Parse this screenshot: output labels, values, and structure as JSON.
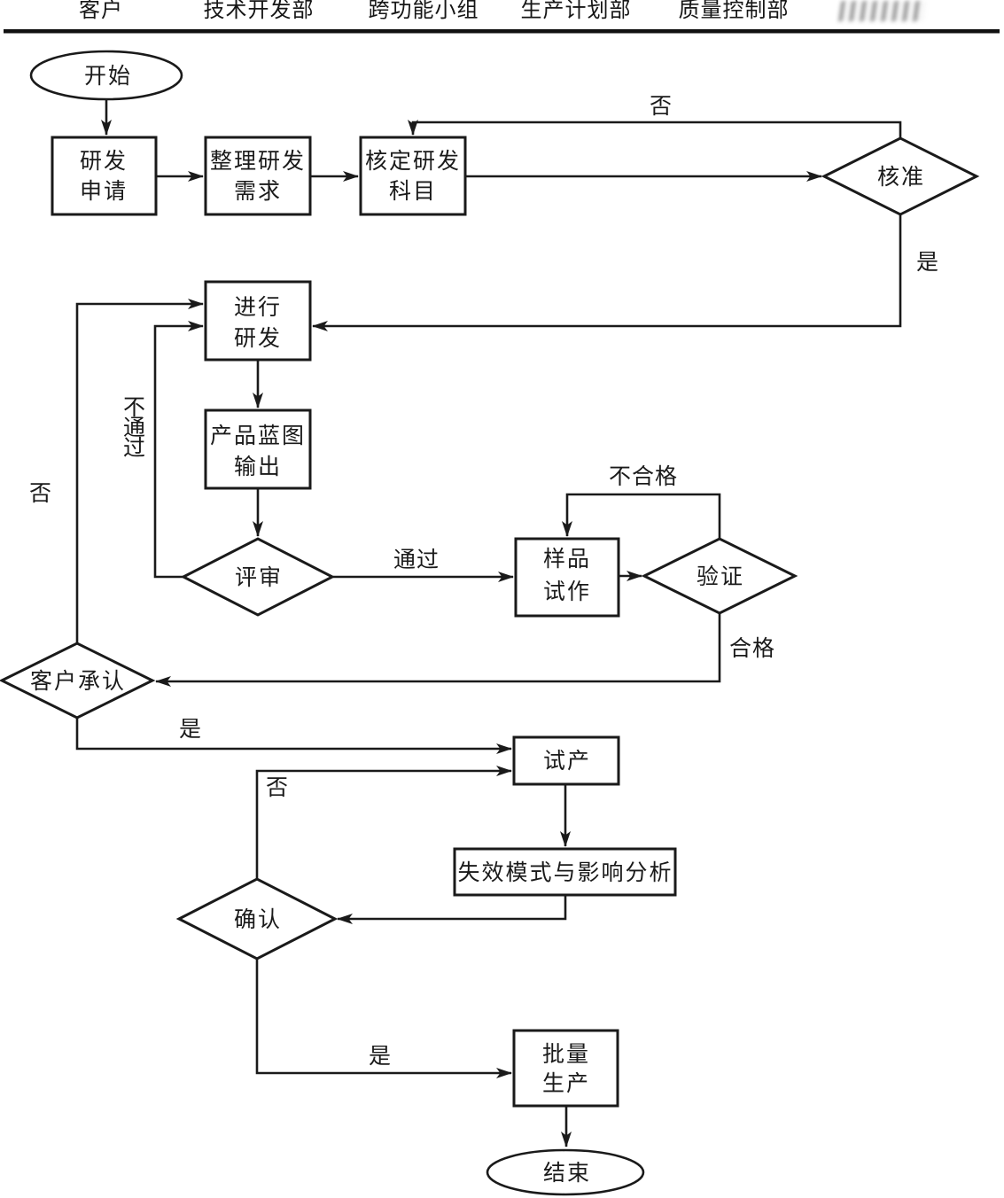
{
  "header": {
    "lanes": [
      "客户",
      "技术开发部",
      "跨功能小组",
      "生产计划部",
      "质量控制部"
    ],
    "watermark_icon": "illegible-blurred-stamp"
  },
  "nodes": {
    "start": {
      "type": "terminator",
      "label": "开始"
    },
    "rd_application": {
      "type": "process",
      "line1": "研发",
      "line2": "申请"
    },
    "organize_rd_requirements": {
      "type": "process",
      "line1": "整理研发",
      "line2": "需求"
    },
    "verify_rd_subjects": {
      "type": "process",
      "line1": "核定研发",
      "line2": "科目"
    },
    "approve": {
      "type": "decision",
      "label": "核准"
    },
    "conduct_rd": {
      "type": "process",
      "line1": "进行",
      "line2": "研发"
    },
    "product_blueprint_output": {
      "type": "process",
      "line1": "产品蓝图",
      "line2": "输出"
    },
    "review": {
      "type": "decision",
      "label": "评审"
    },
    "sample_trial": {
      "type": "process",
      "line1": "样品",
      "line2": "试作"
    },
    "verify": {
      "type": "decision",
      "label": "验证"
    },
    "customer_acknowledge": {
      "type": "decision",
      "label": "客户承认"
    },
    "trial_production": {
      "type": "process",
      "label": "试产"
    },
    "fmea": {
      "type": "process",
      "label": "失效模式与影响分析"
    },
    "confirm": {
      "type": "decision",
      "label": "确认"
    },
    "mass_production": {
      "type": "process",
      "line1": "批量",
      "line2": "生产"
    },
    "end": {
      "type": "terminator",
      "label": "结束"
    }
  },
  "edge_labels": {
    "approve_no": "否",
    "approve_yes": "是",
    "review_pass": "通过",
    "review_fail": [
      "不",
      "通",
      "过"
    ],
    "verify_fail": "不合格",
    "verify_pass": "合格",
    "customer_no": "否",
    "customer_yes": "是",
    "confirm_no": "否",
    "confirm_yes": "是"
  },
  "colors": {
    "ink": "#1a1a1a",
    "background": "#ffffff"
  }
}
